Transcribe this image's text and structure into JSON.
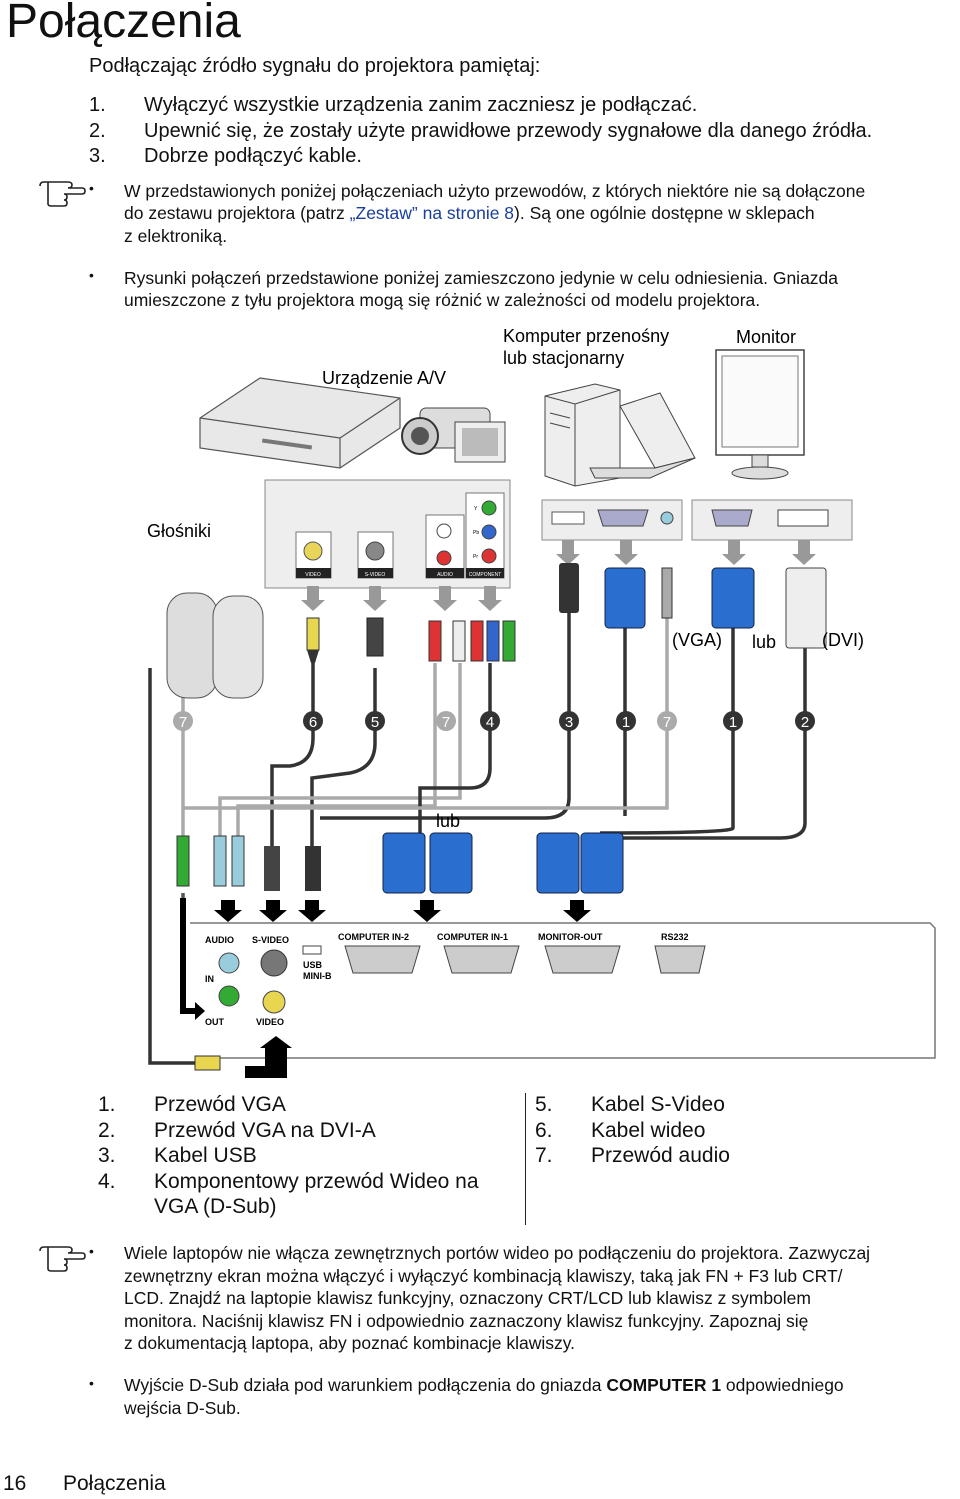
{
  "title": "Połączenia",
  "intro": "Podłączając źródło sygnału do projektora pamiętaj:",
  "steps": [
    {
      "n": "1.",
      "text": "Wyłączyć wszystkie urządzenia zanim zaczniesz je podłączać."
    },
    {
      "n": "2.",
      "text": "Upewnić się, że zostały użyte prawidłowe przewody sygnałowe dla danego źródła."
    },
    {
      "n": "3.",
      "text": "Dobrze podłączyć kable."
    }
  ],
  "notes_top": {
    "icon": "pointing-hand-icon",
    "bullet1_a": "W przedstawionych poniżej połączeniach użyto przewodów, z których niektóre nie są dołączone",
    "bullet1_b": "do zestawu projektora (patrz ",
    "bullet1_link": "„Zestaw” na stronie 8",
    "bullet1_c": "). Są one ogólnie dostępne w sklepach",
    "bullet1_d": "z elektroniką.",
    "bullet2_a": "Rysunki połączeń przedstawione poniżej zamieszczono jedynie w celu odniesienia. Gniazda",
    "bullet2_b": "umieszczone z tyłu projektora mogą się różnić w zależności od modelu projektora."
  },
  "diagram": {
    "label_av": "Urządzenie A/V",
    "label_pc_1": "Komputer przenośny",
    "label_pc_2": "lub stacjonarny",
    "label_monitor": "Monitor",
    "label_speakers": "Głośniki",
    "label_vga": "(VGA)",
    "label_or1": "lub",
    "label_dvi": "(DVI)",
    "label_or2": "lub",
    "port_video": "VIDEO",
    "port_svideo": "S-VIDEO",
    "port_audio": "AUDIO",
    "port_component": "COMPONENT",
    "comp_y": "Y",
    "comp_pb": "Pb",
    "comp_pr": "Pr",
    "cable_numbers": [
      "7",
      "6",
      "5",
      "7",
      "4",
      "3",
      "1",
      "7",
      "1",
      "2"
    ],
    "proj_audio": "AUDIO",
    "proj_in": "IN",
    "proj_out": "OUT",
    "proj_svideo": "S-VIDEO",
    "proj_video": "VIDEO",
    "proj_usb_1": "USB",
    "proj_usb_2": "MINI-B",
    "proj_comp2": "COMPUTER IN-2",
    "proj_comp1": "COMPUTER IN-1",
    "proj_monout": "MONITOR-OUT",
    "proj_rs232": "RS232"
  },
  "legend_left": [
    {
      "n": "1.",
      "text": "Przewód VGA"
    },
    {
      "n": "2.",
      "text": "Przewód VGA na DVI-A"
    },
    {
      "n": "3.",
      "text": "Kabel USB"
    },
    {
      "n": "4.",
      "text": "Komponentowy przewód Wideo na"
    },
    {
      "n": "",
      "text": "VGA (D-Sub)"
    }
  ],
  "legend_right": [
    {
      "n": "5.",
      "text": "Kabel S-Video"
    },
    {
      "n": "6.",
      "text": "Kabel wideo"
    },
    {
      "n": "7.",
      "text": "Przewód audio"
    }
  ],
  "notes_bottom": {
    "icon": "pointing-hand-icon",
    "b1_l1": "Wiele laptopów nie włącza zewnętrznych portów wideo po podłączeniu do projektora. Zazwyczaj",
    "b1_l2": "zewnętrzny ekran można włączyć i wyłączyć kombinacją klawiszy, taką jak FN + F3 lub CRT/",
    "b1_l3": "LCD. Znajdź na laptopie klawisz funkcyjny, oznaczony CRT/LCD lub klawisz z symbolem",
    "b1_l4": "monitora. Naciśnij klawisz FN i odpowiednio zaznaczony klawisz funkcyjny. Zapoznaj się",
    "b1_l5": "z dokumentacją laptopa, aby poznać kombinacje klawiszy.",
    "b2_a": "Wyjście D-Sub działa pod warunkiem podłączenia do gniazda ",
    "b2_bold": "COMPUTER 1",
    "b2_b": " odpowiedniego",
    "b2_l2": "wejścia D-Sub."
  },
  "footer": {
    "page": "16",
    "section": "Połączenia"
  }
}
